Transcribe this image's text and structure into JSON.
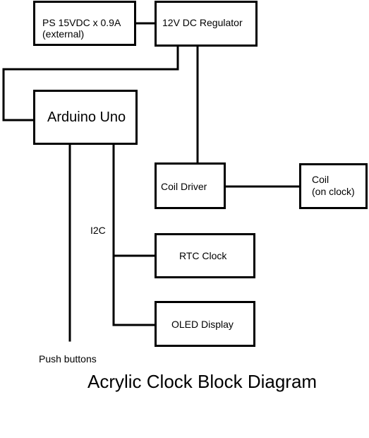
{
  "diagram": {
    "title": "Acrylic Clock Block Diagram",
    "blocks": {
      "power_supply": {
        "line1": "PS 15VDC x 0.9A",
        "line2": "(external)"
      },
      "regulator": {
        "label": "12V DC Regulator"
      },
      "arduino": {
        "label": "Arduino Uno"
      },
      "coil_driver": {
        "label": "Coil Driver"
      },
      "coil": {
        "line1": "Coil",
        "line2": "(on clock)"
      },
      "rtc": {
        "label": "RTC Clock"
      },
      "oled": {
        "label": "OLED Display"
      }
    },
    "labels": {
      "i2c": "I2C",
      "push_buttons": "Push buttons"
    },
    "connections": [
      {
        "from": "PS 15VDC x 0.9A",
        "to": "12V DC Regulator"
      },
      {
        "from": "12V DC Regulator",
        "to": "Arduino Uno"
      },
      {
        "from": "12V DC Regulator",
        "to": "Coil Driver"
      },
      {
        "from": "Coil Driver",
        "to": "Coil"
      },
      {
        "from": "Arduino Uno",
        "to": "RTC Clock",
        "via": "I2C"
      },
      {
        "from": "Arduino Uno",
        "to": "OLED Display",
        "via": "I2C"
      },
      {
        "from": "Arduino Uno",
        "to": "Push buttons"
      }
    ]
  }
}
